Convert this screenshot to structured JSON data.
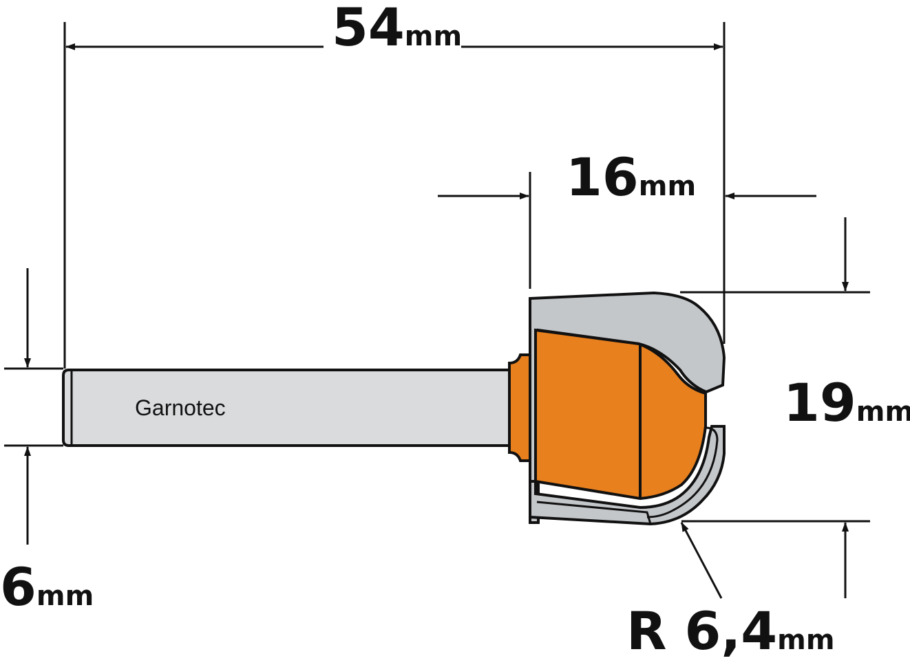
{
  "brand": "Garnotec",
  "unit": "mm",
  "dimensions": {
    "total_length": {
      "value": "54",
      "unit": "mm"
    },
    "cutting_diameter": {
      "value": "16",
      "unit": "mm"
    },
    "cutting_height": {
      "value": "19",
      "unit": "mm"
    },
    "shank_diameter": {
      "value": "6",
      "unit": "mm"
    },
    "radius": {
      "prefix": "R",
      "value": "6,4",
      "unit": "mm"
    }
  },
  "colors": {
    "body": "#E8801E",
    "steel": "#C4C7CA",
    "shank": "#D9DBDD",
    "line": "#111111"
  }
}
